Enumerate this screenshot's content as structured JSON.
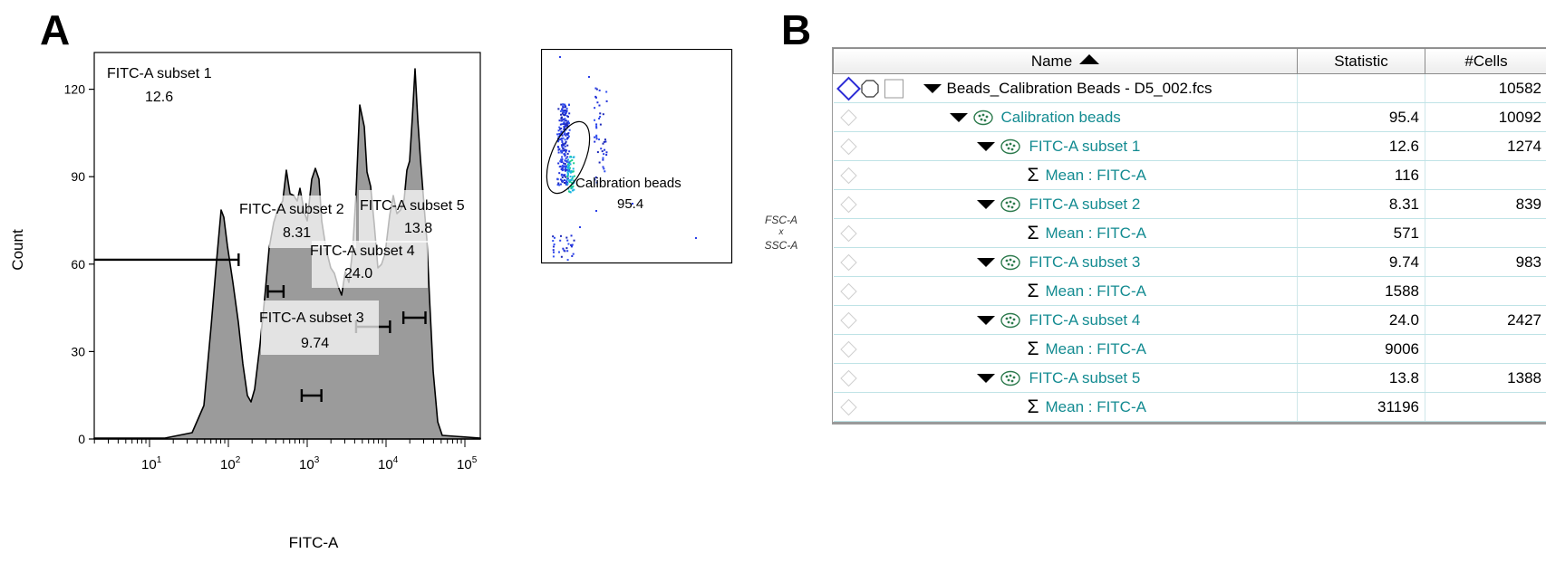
{
  "panel_a": {
    "letter": "A",
    "histogram": {
      "y_axis_label": "Count",
      "x_axis_label": "FITC-A",
      "y_ticks": [
        "0",
        "30",
        "60",
        "90",
        "120"
      ],
      "x_ticks": [
        {
          "base": "10",
          "exp": "1"
        },
        {
          "base": "10",
          "exp": "2"
        },
        {
          "base": "10",
          "exp": "3"
        },
        {
          "base": "10",
          "exp": "4"
        },
        {
          "base": "10",
          "exp": "5"
        }
      ],
      "gates": [
        {
          "name": "FITC-A subset 1",
          "value": "12.6"
        },
        {
          "name": "FITC-A subset 2",
          "value": "8.31"
        },
        {
          "name": "FITC-A subset 3",
          "value": "9.74"
        },
        {
          "name": "FITC-A subset 4",
          "value": "24.0"
        },
        {
          "name": "FITC-A subset 5",
          "value": "13.8"
        }
      ],
      "fill_color": "#9b9b9b"
    },
    "dotplot": {
      "gate_name": "Calibration beads",
      "gate_value": "95.4",
      "axis_label_x": "FSC-A",
      "axis_label_sep": "x",
      "axis_label_y": "SSC-A"
    }
  },
  "panel_b": {
    "letter": "B",
    "columns": {
      "name": "Name",
      "statistic": "Statistic",
      "cells": "#Cells"
    },
    "rows": [
      {
        "kind": "file",
        "label": "Beads_Calibration Beads - D5_002.fcs",
        "statistic": "",
        "cells": "10582"
      },
      {
        "kind": "gate",
        "label": "Calibration beads",
        "statistic": "95.4",
        "cells": "10092"
      },
      {
        "kind": "subgate",
        "label": "FITC-A subset 1",
        "statistic": "12.6",
        "cells": "1274"
      },
      {
        "kind": "stat",
        "label": "Mean : FITC-A",
        "statistic": "116",
        "cells": ""
      },
      {
        "kind": "subgate",
        "label": "FITC-A subset 2",
        "statistic": "8.31",
        "cells": "839"
      },
      {
        "kind": "stat",
        "label": "Mean : FITC-A",
        "statistic": "571",
        "cells": ""
      },
      {
        "kind": "subgate",
        "label": "FITC-A subset 3",
        "statistic": "9.74",
        "cells": "983"
      },
      {
        "kind": "stat",
        "label": "Mean : FITC-A",
        "statistic": "1588",
        "cells": ""
      },
      {
        "kind": "subgate",
        "label": "FITC-A subset 4",
        "statistic": "24.0",
        "cells": "2427"
      },
      {
        "kind": "stat",
        "label": "Mean : FITC-A",
        "statistic": "9006",
        "cells": ""
      },
      {
        "kind": "subgate",
        "label": "FITC-A subset 5",
        "statistic": "13.8",
        "cells": "1388"
      },
      {
        "kind": "stat",
        "label": "Mean : FITC-A",
        "statistic": "31196",
        "cells": ""
      }
    ],
    "sigma_symbol": "Σ",
    "colors": {
      "gate_text": "#138b91",
      "header_bg": "#ececec",
      "row_line": "#bfe3e6",
      "selected_diamond": "#2b2bd6"
    }
  }
}
